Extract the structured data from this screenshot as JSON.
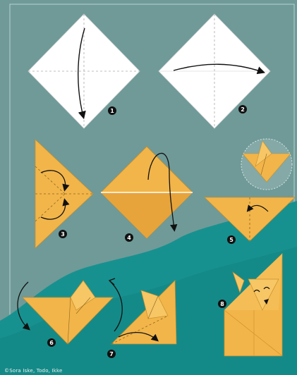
{
  "steps": [
    {
      "number": "1"
    },
    {
      "number": "2"
    },
    {
      "number": "3"
    },
    {
      "number": "4"
    },
    {
      "number": "5"
    },
    {
      "number": "6"
    },
    {
      "number": "7"
    },
    {
      "number": "8"
    }
  ],
  "credit": "©Sora Iske, Todo, Ikke",
  "colors": {
    "background": "#6f9a98",
    "paper_white": "#ffffff",
    "paper_orange": "#f2b54a",
    "paper_orange_dark": "#d99a2f",
    "sea": "#17918f",
    "badge": "#111111"
  }
}
